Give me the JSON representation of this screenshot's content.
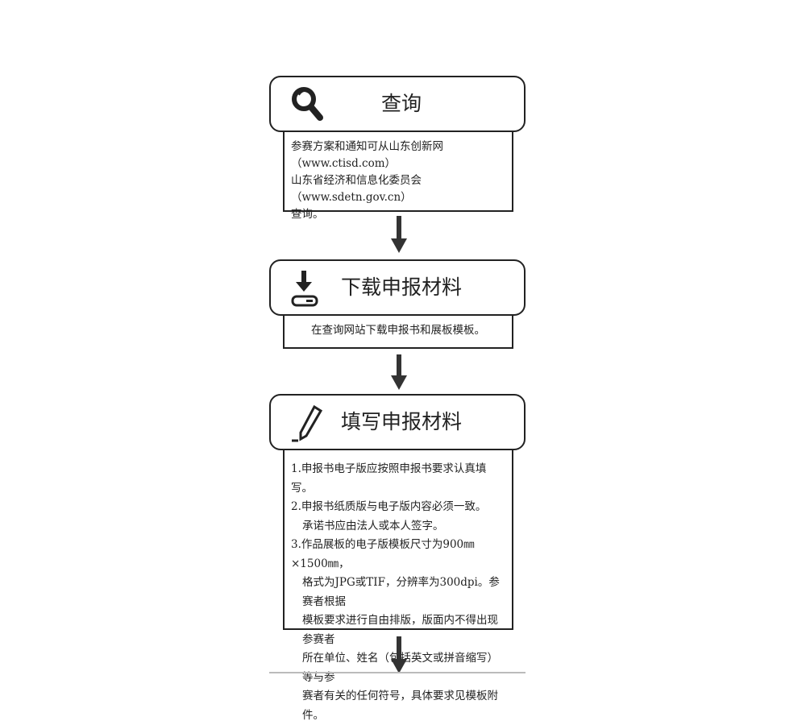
{
  "steps": [
    {
      "title": "查询",
      "icon": "magnifier-icon",
      "lines": [
        "参赛方案和通知可从山东创新网（www.ctisd.com）",
        "山东省经济和信息化委员会（www.sdetn.gov.cn）",
        "查询。"
      ]
    },
    {
      "title": "下载申报材料",
      "icon": "download-icon",
      "lines": [
        "在查询网站下载申报书和展板模板。"
      ]
    },
    {
      "title": "填写申报材料",
      "icon": "pencil-icon",
      "lines": [
        "1.申报书电子版应按照申报书要求认真填写。",
        "2.申报书纸质版与电子版内容必须一致。",
        "承诺书应由法人或本人签字。",
        "3.作品展板的电子版模板尺寸为900㎜×1500㎜，",
        "格式为JPG或TIF，分辨率为300dpi。参赛者根据",
        "模板要求进行自由排版，版面内不得出现参赛者",
        "所在单位、姓名（包括英文或拼音缩写）等与参",
        "赛者有关的任何符号，具体要求见模板附件。"
      ]
    }
  ]
}
